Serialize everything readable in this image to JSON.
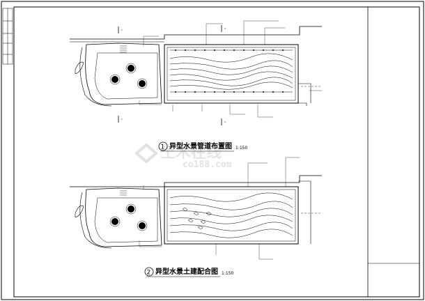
{
  "drawings": [
    {
      "number": "1",
      "title": "异型水景管道布置图",
      "scale": "1:150"
    },
    {
      "number": "2",
      "title": "异型水景土建配合图",
      "scale": "1:150"
    }
  ],
  "watermark": {
    "brand": "土木在线",
    "site": "co188.com"
  }
}
